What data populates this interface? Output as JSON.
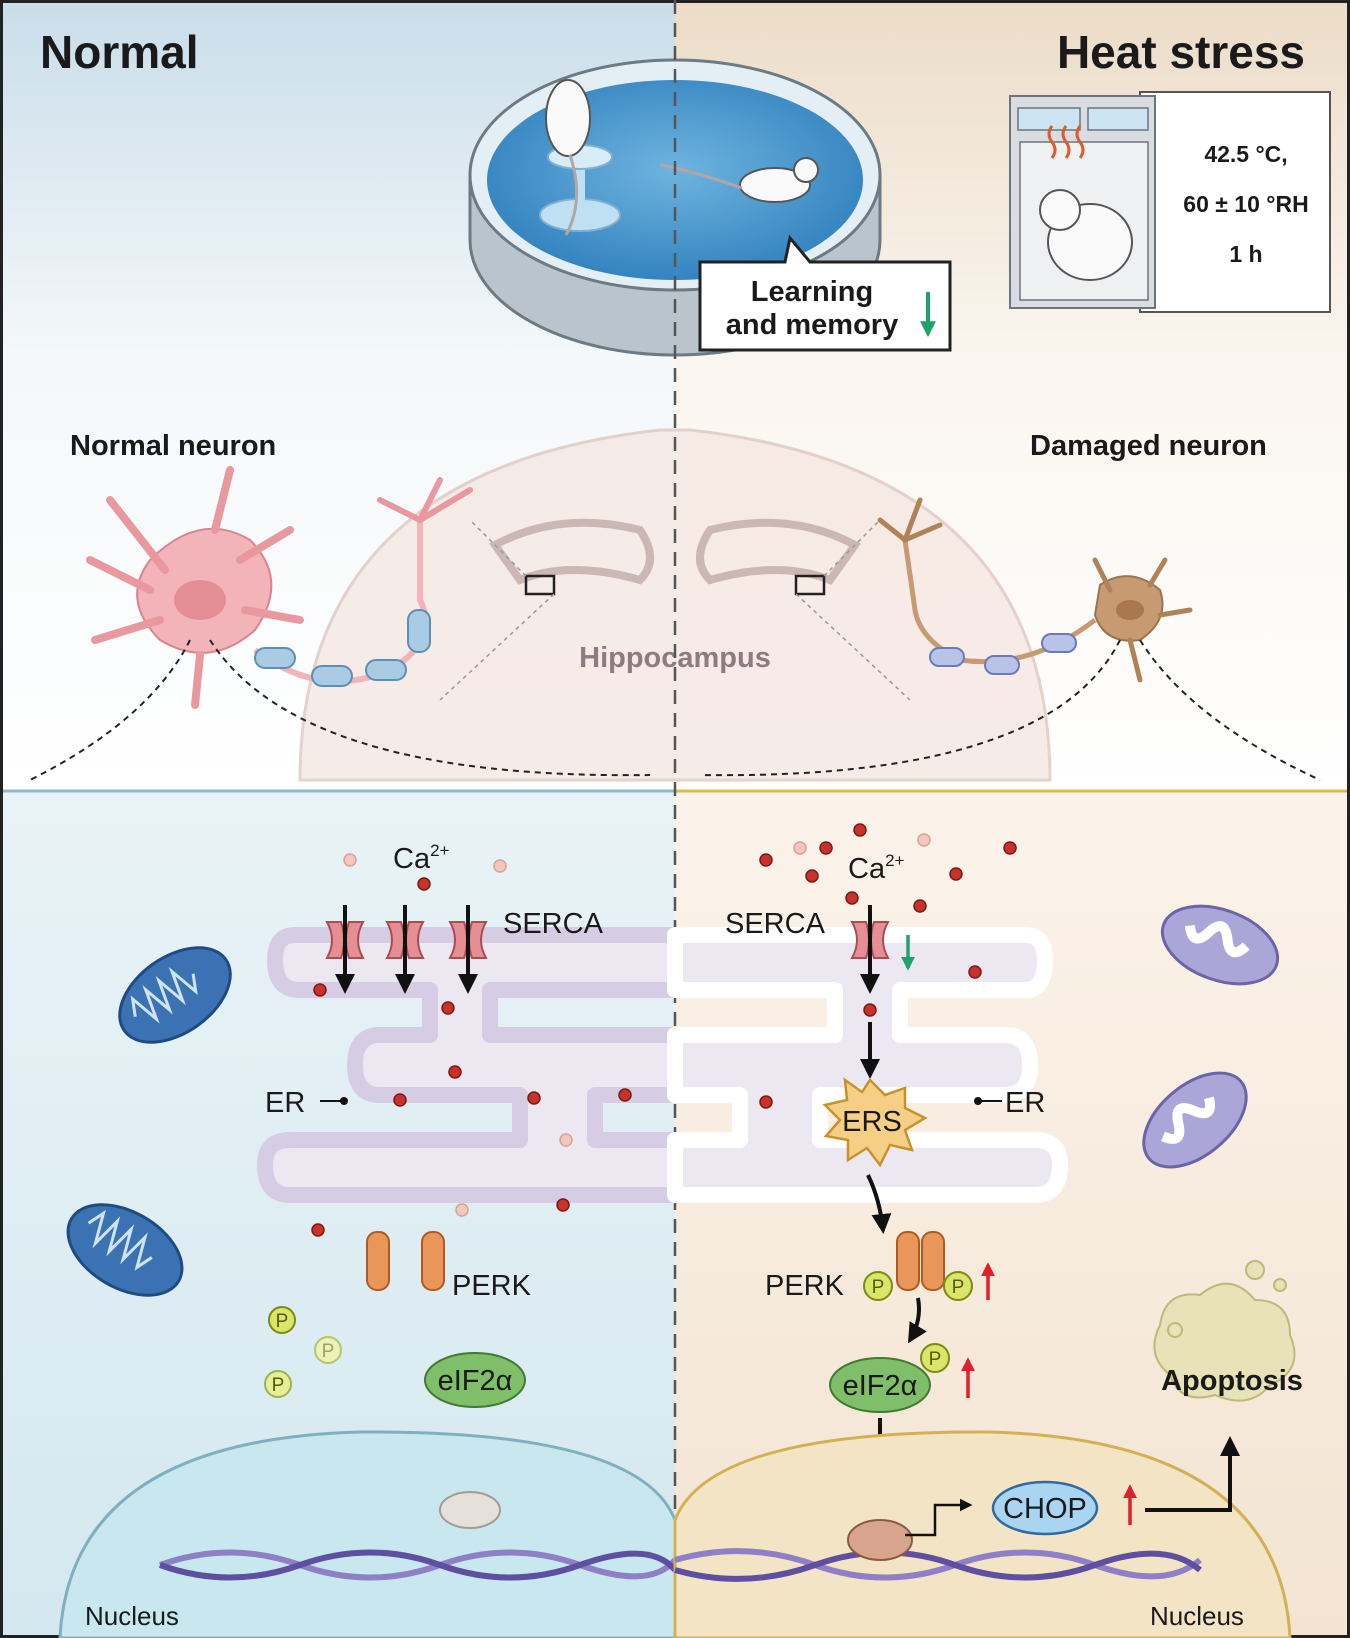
{
  "panel": {
    "left_title": "Normal",
    "right_title": "Heat stress"
  },
  "behavior": {
    "callout_line1": "Learning",
    "callout_line2": "and memory",
    "chamber_temp": "42.5 °C,",
    "chamber_humidity": "60 ± 10 °RH",
    "chamber_time": "1 h"
  },
  "neurons": {
    "normal": "Normal neuron",
    "damaged": "Damaged neuron",
    "region": "Hippocampus"
  },
  "cell_left": {
    "calcium": "Ca",
    "calcium_sup": "2+",
    "serca": "SERCA",
    "er": "ER",
    "perk": "PERK",
    "eif": "eIF2α",
    "phospho": "P",
    "nucleus": "Nucleus"
  },
  "cell_right": {
    "calcium": "Ca",
    "calcium_sup": "2+",
    "serca": "SERCA",
    "er": "ER",
    "ers": "ERS",
    "perk": "PERK",
    "eif": "eIF2α",
    "phospho": "P",
    "chop": "CHOP",
    "apoptosis": "Apoptosis",
    "nucleus": "Nucleus"
  },
  "colors": {
    "left_bg": "#dcebf2",
    "right_bg": "#f6ead9",
    "down_arrow": "#1fa36b",
    "up_arrow": "#e0202a",
    "calcium": "#c8322a",
    "perk": "#e8965a",
    "eif": "#7fbf6a",
    "chop": "#a9d4f2"
  }
}
